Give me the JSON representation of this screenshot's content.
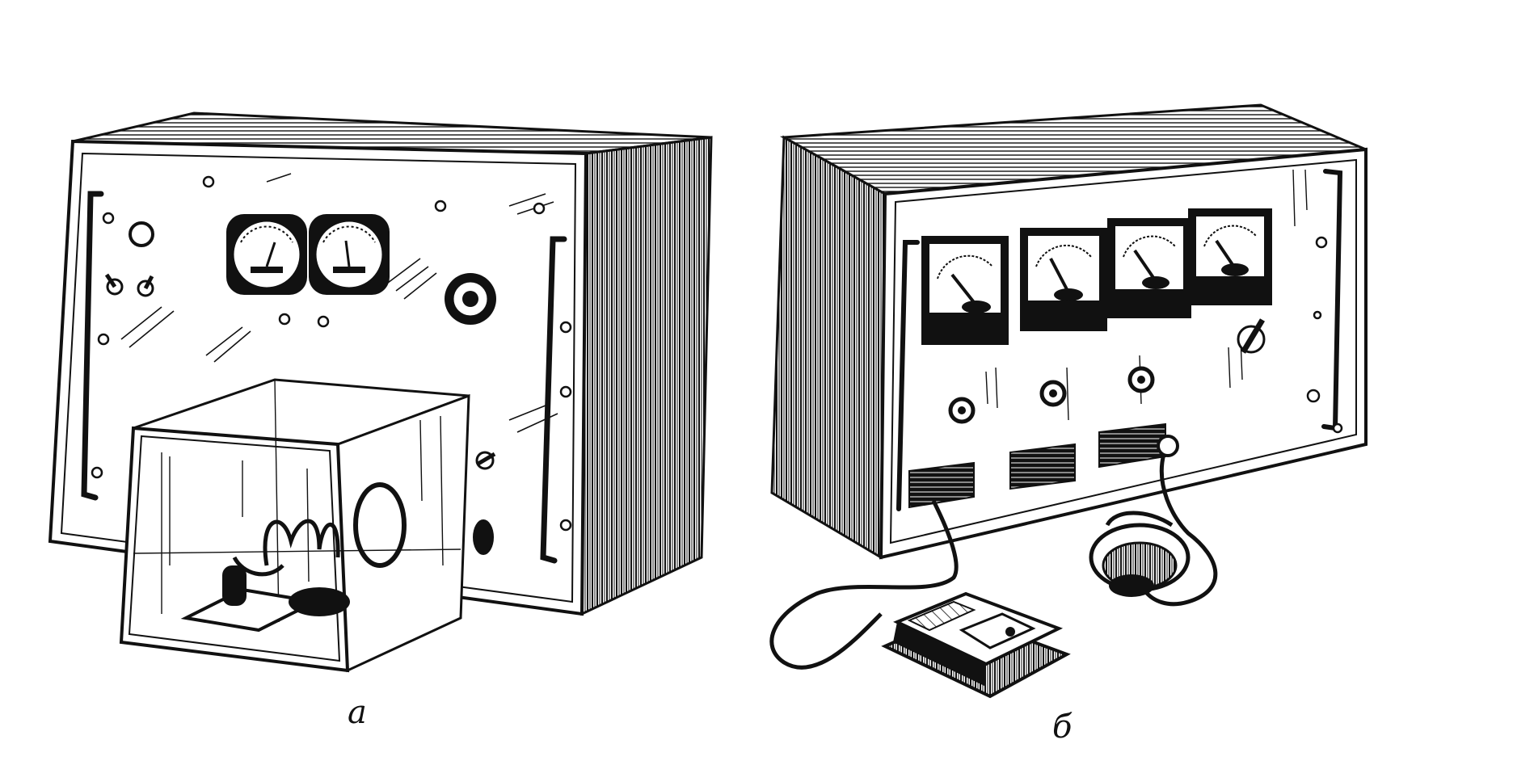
{
  "figure": {
    "caption_a": "а",
    "caption_b": "б"
  },
  "colors": {
    "ink": "#111111",
    "paper": "#ffffff",
    "meter_face": "#ffffff"
  },
  "device_a": {
    "gauge_count": 2,
    "components": [
      "toggle-switches",
      "pilot-lamp",
      "dial-gauges",
      "rotary-knob",
      "transparent-box-with-coil"
    ]
  },
  "device_b": {
    "meter_count": 4,
    "knob_count": 3,
    "vent_count": 3,
    "components": [
      "panel-meters",
      "knobs",
      "ventilation-grilles",
      "cable",
      "handheld-unit",
      "coil-sensor"
    ]
  }
}
